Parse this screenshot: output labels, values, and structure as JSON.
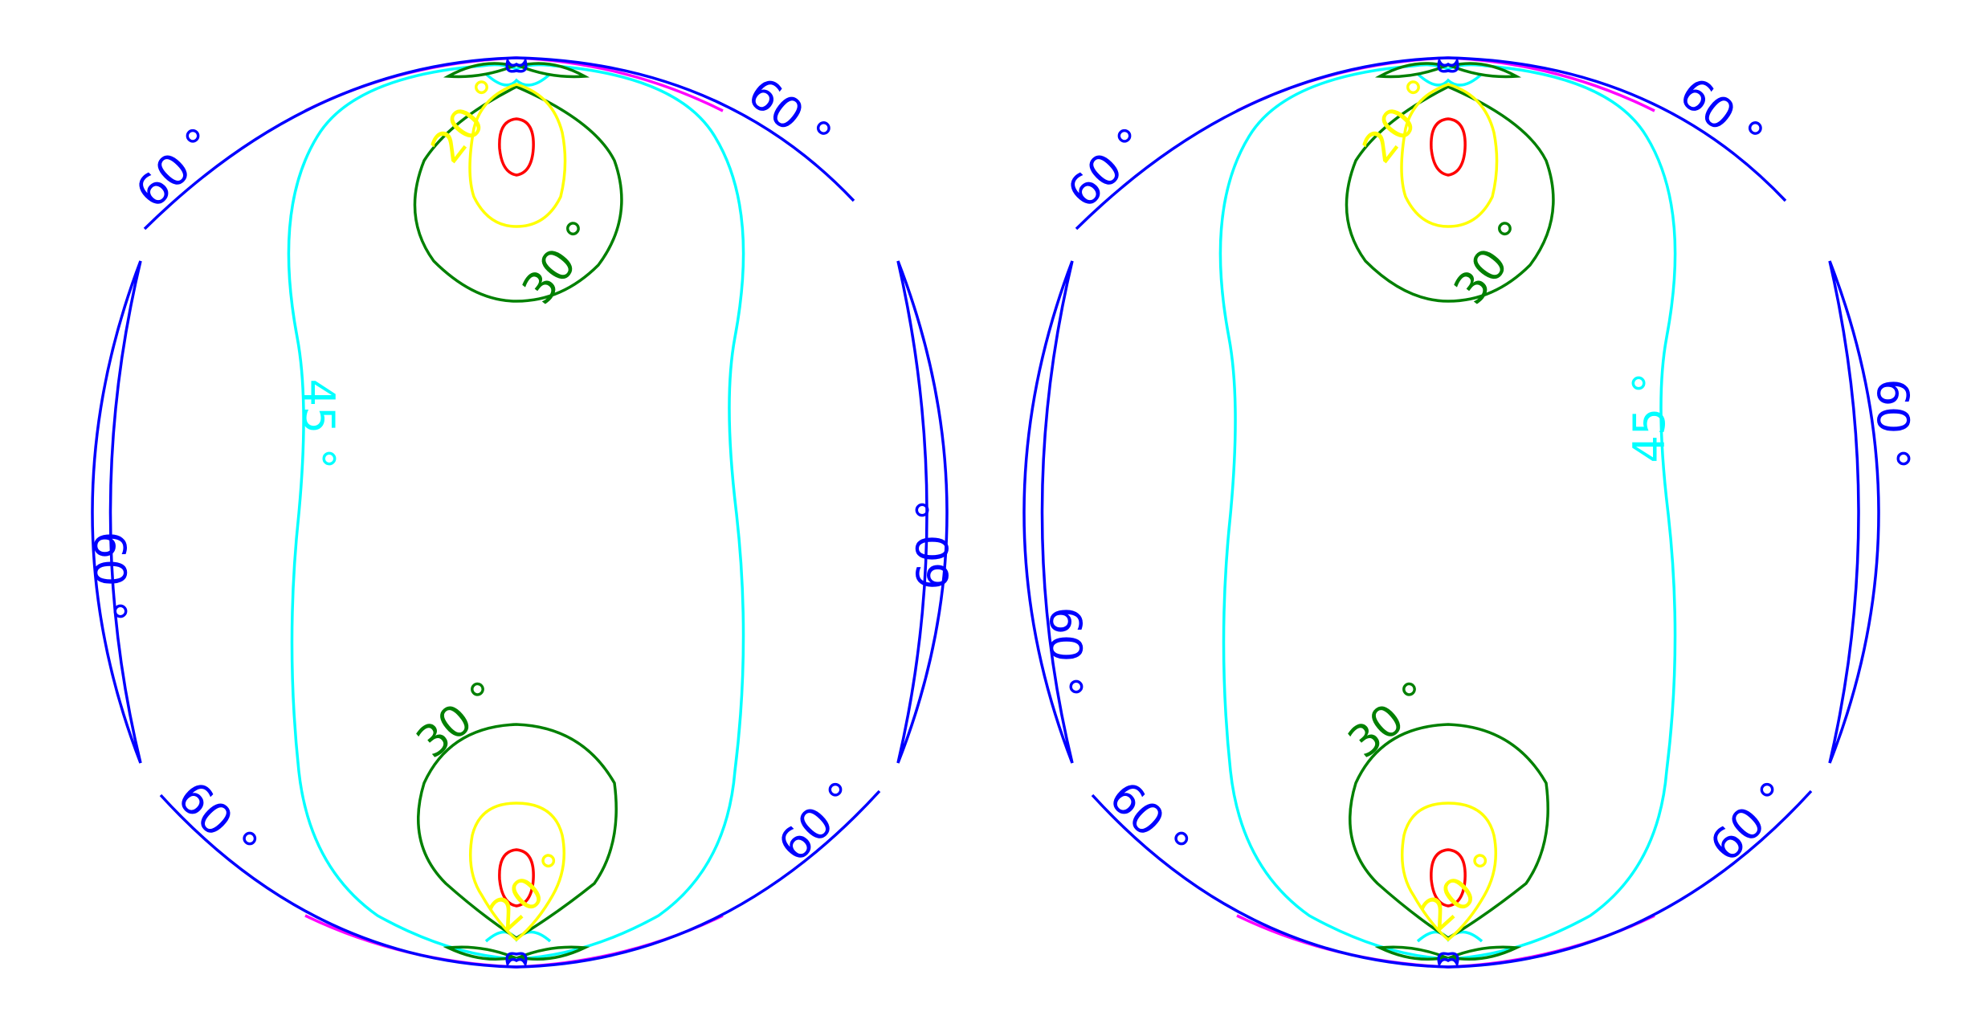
{
  "colors": {
    "background": "#ffffff",
    "level_10": "#ff0000",
    "level_20": "#ffff00",
    "level_30": "#008000",
    "level_45": "#00ffff",
    "level_60": "#0000ff",
    "level_90": "#ff00ff"
  },
  "chart_data": {
    "type": "contour",
    "levels": [
      10,
      20,
      30,
      45,
      60,
      90
    ],
    "panels": [
      {
        "projection": "stereographic",
        "labels": {
          "deg20_top": "20 °",
          "deg20_bottom": "20 °",
          "deg30_top": "30 °",
          "deg30_bottom": "30 °",
          "deg45": "45 °",
          "deg60_top_left": "60 °",
          "deg60_top_right": "60 °",
          "deg60_left": "60 °",
          "deg60_right": "60 °",
          "deg60_bottom_left": "60 °",
          "deg60_bottom_right": "60 °"
        }
      },
      {
        "projection": "stereographic",
        "labels": {
          "deg20_top": "20 °",
          "deg20_bottom": "20 °",
          "deg30_top": "30 °",
          "deg30_bottom": "30 °",
          "deg45": "45 °",
          "deg60_top_left": "60 °",
          "deg60_top_right": "60 °",
          "deg60_left": "60 °",
          "deg60_right": "60 °",
          "deg60_bottom_left": "60 °",
          "deg60_bottom_right": "60 °"
        }
      }
    ]
  }
}
